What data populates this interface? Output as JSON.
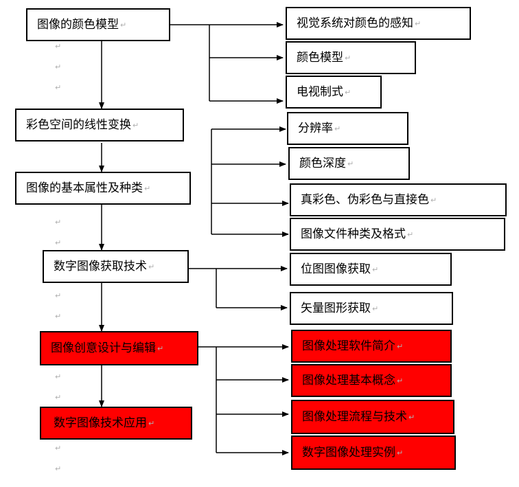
{
  "left_column": [
    {
      "id": "color-model",
      "label": "图像的颜色模型",
      "highlight": false
    },
    {
      "id": "linear-transform",
      "label": "彩色空间的线性变换",
      "highlight": false
    },
    {
      "id": "basic-attributes",
      "label": "图像的基本属性及种类",
      "highlight": false
    },
    {
      "id": "acquisition-tech",
      "label": "数字图像获取技术",
      "highlight": false
    },
    {
      "id": "creative-design",
      "label": "图像创意设计与编辑",
      "highlight": true
    },
    {
      "id": "tech-application",
      "label": "数字图像技术应用",
      "highlight": true
    }
  ],
  "right_column": [
    {
      "id": "visual-perception",
      "label": "视觉系统对颜色的感知",
      "highlight": false
    },
    {
      "id": "color-model-sub",
      "label": "颜色模型",
      "highlight": false
    },
    {
      "id": "tv-standard",
      "label": "电视制式",
      "highlight": false
    },
    {
      "id": "resolution",
      "label": "分辨率",
      "highlight": false
    },
    {
      "id": "color-depth",
      "label": "颜色深度",
      "highlight": false
    },
    {
      "id": "true-pseudo-direct",
      "label": "真彩色、伪彩色与直接色",
      "highlight": false
    },
    {
      "id": "file-formats",
      "label": "图像文件种类及格式",
      "highlight": false
    },
    {
      "id": "bitmap-acquisition",
      "label": "位图图像获取",
      "highlight": false
    },
    {
      "id": "vector-acquisition",
      "label": "矢量图形获取",
      "highlight": false
    },
    {
      "id": "software-intro",
      "label": "图像处理软件简介",
      "highlight": true
    },
    {
      "id": "basic-concepts",
      "label": "图像处理基本概念",
      "highlight": true
    },
    {
      "id": "process-tech",
      "label": "图像处理流程与技术",
      "highlight": true
    },
    {
      "id": "practical-examples",
      "label": "数字图像处理实例",
      "highlight": true
    }
  ],
  "paragraph_mark": "↵",
  "colors": {
    "highlight": "#ff0000",
    "line": "#000000",
    "mark": "#b0b0b0"
  }
}
